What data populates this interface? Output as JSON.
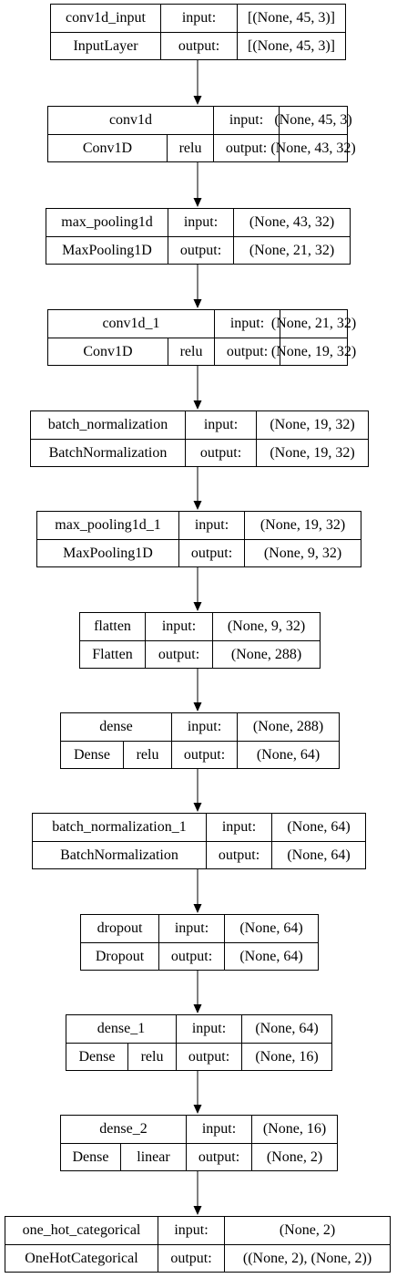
{
  "layers": [
    {
      "name": "conv1d_input",
      "type": "InputLayer",
      "activation": "",
      "input": "[(None, 45, 3)]",
      "output": "[(None, 45, 3)]"
    },
    {
      "name": "conv1d",
      "type": "Conv1D",
      "activation": "relu",
      "input": "(None, 45, 3)",
      "output": "(None, 43, 32)"
    },
    {
      "name": "max_pooling1d",
      "type": "MaxPooling1D",
      "activation": "",
      "input": "(None, 43, 32)",
      "output": "(None, 21, 32)"
    },
    {
      "name": "conv1d_1",
      "type": "Conv1D",
      "activation": "relu",
      "input": "(None, 21, 32)",
      "output": "(None, 19, 32)"
    },
    {
      "name": "batch_normalization",
      "type": "BatchNormalization",
      "activation": "",
      "input": "(None, 19, 32)",
      "output": "(None, 19, 32)"
    },
    {
      "name": "max_pooling1d_1",
      "type": "MaxPooling1D",
      "activation": "",
      "input": "(None, 19, 32)",
      "output": "(None, 9, 32)"
    },
    {
      "name": "flatten",
      "type": "Flatten",
      "activation": "",
      "input": "(None, 9, 32)",
      "output": "(None, 288)"
    },
    {
      "name": "dense",
      "type": "Dense",
      "activation": "relu",
      "input": "(None, 288)",
      "output": "(None, 64)"
    },
    {
      "name": "batch_normalization_1",
      "type": "BatchNormalization",
      "activation": "",
      "input": "(None, 64)",
      "output": "(None, 64)"
    },
    {
      "name": "dropout",
      "type": "Dropout",
      "activation": "",
      "input": "(None, 64)",
      "output": "(None, 64)"
    },
    {
      "name": "dense_1",
      "type": "Dense",
      "activation": "relu",
      "input": "(None, 64)",
      "output": "(None, 16)"
    },
    {
      "name": "dense_2",
      "type": "Dense",
      "activation": "linear",
      "input": "(None, 16)",
      "output": "(None, 2)"
    },
    {
      "name": "one_hot_categorical",
      "type": "OneHotCategorical",
      "activation": "",
      "input": "(None, 2)",
      "output": "((None, 2), (None, 2))"
    }
  ],
  "port_labels": {
    "input": "input:",
    "output": "output:"
  }
}
